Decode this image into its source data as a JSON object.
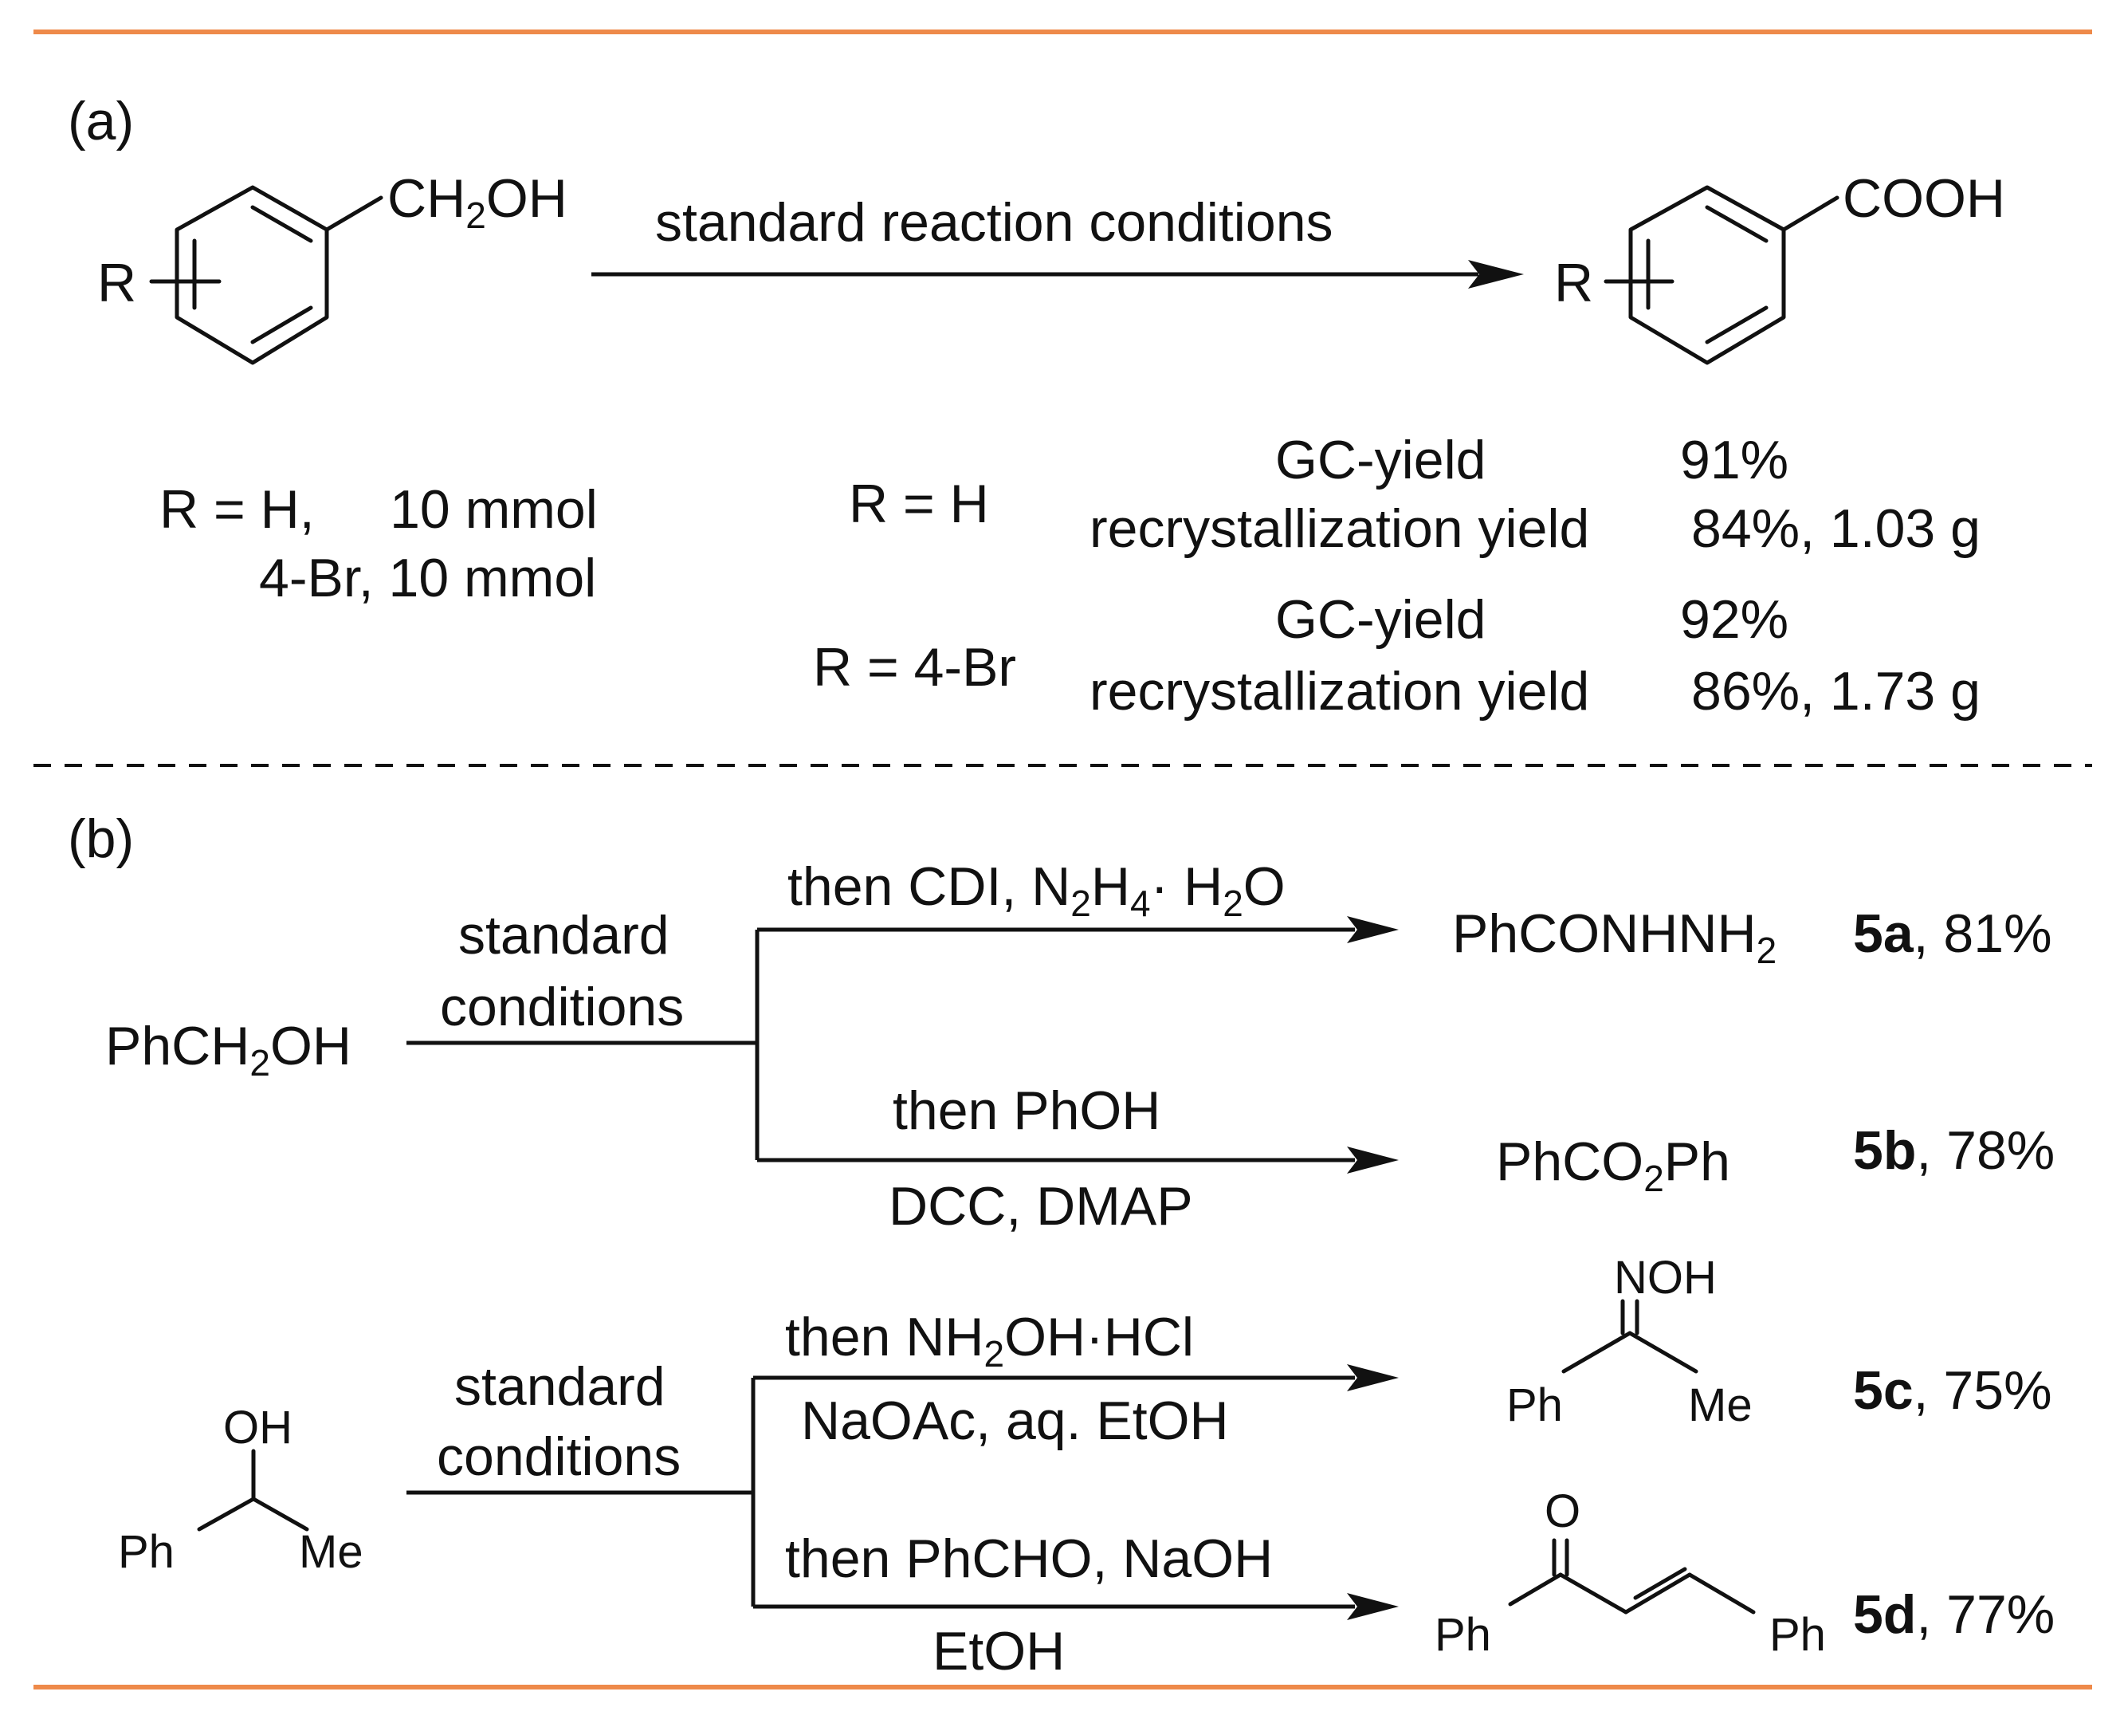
{
  "colors": {
    "frame_rule": "#ee8a4a",
    "ink": "#111111"
  },
  "panel_a": {
    "label": "(a)",
    "reactant_group": "CH2OH",
    "product_group": "COOH",
    "substituent": "R",
    "arrow_label": "standard reaction conditions",
    "scale_lines": [
      "R = H,     10 mmol",
      "4-Br,  10 mmol"
    ],
    "results": [
      {
        "r_label": "R = H",
        "gc_label": "GC-yield",
        "gc_value": "91%",
        "rec_label": "recrystallization yield",
        "rec_value": "84%, 1.03 g"
      },
      {
        "r_label": "R = 4-Br",
        "gc_label": "GC-yield",
        "gc_value": "92%",
        "rec_label": "recrystallization yield",
        "rec_value": "86%, 1.73 g"
      }
    ]
  },
  "panel_b": {
    "label": "(b)",
    "cond_line1": "standard",
    "cond_line2": "conditions",
    "substrate1": "PhCH2OH",
    "substrate2": {
      "oh": "OH",
      "ph": "Ph",
      "me": "Me"
    },
    "reactions": [
      {
        "reagents_above": "then CDI, N2H4· H2O",
        "reagents_below": "",
        "product": "PhCONHNH2",
        "compound": "5a",
        "yield": ", 81%"
      },
      {
        "reagents_above": "then PhOH",
        "reagents_below": "DCC, DMAP",
        "product": "PhCO2Ph",
        "compound": "5b",
        "yield": ", 78%"
      },
      {
        "reagents_above": "then NH2OH·HCl",
        "reagents_below": "NaOAc, aq. EtOH",
        "product": {
          "noh": "NOH",
          "ph": "Ph",
          "me": "Me"
        },
        "compound": "5c",
        "yield": ", 75%"
      },
      {
        "reagents_above": "then PhCHO, NaOH",
        "reagents_below": "EtOH",
        "product": {
          "o": "O",
          "ph_left": "Ph",
          "ph_right": "Ph"
        },
        "compound": "5d",
        "yield": ", 77%"
      }
    ]
  }
}
